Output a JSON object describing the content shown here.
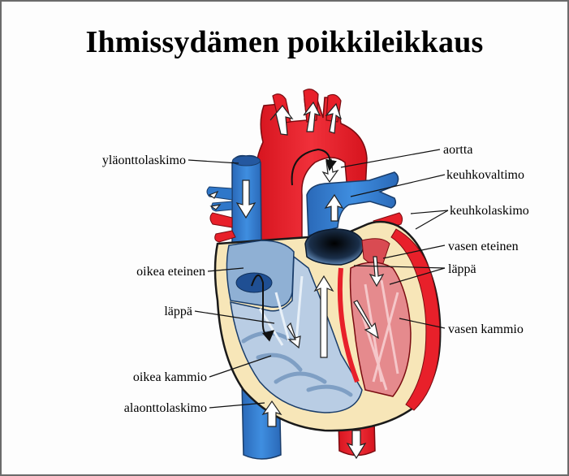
{
  "title": "Ihmissydämen poikkileikkaus",
  "colors": {
    "oxygenated": "#e8202a",
    "deoxygenated": "#2f77c9",
    "muscle": "#f7e6b8",
    "right_chamber": "#8fb0d4",
    "left_chamber": "#e58a8d",
    "outline": "#1a1a1a"
  },
  "labels": {
    "superior_vena_cava": "yläonttolaskimo",
    "aorta": "aortta",
    "pulmonary_artery": "keuhkovaltimo",
    "pulmonary_veins": "keuhkolaskimo",
    "left_atrium": "vasen eteinen",
    "valve_left": "läppä",
    "right_atrium": "oikea eteinen",
    "valve_right": "läppä",
    "left_ventricle": "vasen kammio",
    "right_ventricle": "oikea kammio",
    "inferior_vena_cava": "alaonttolaskimo"
  }
}
